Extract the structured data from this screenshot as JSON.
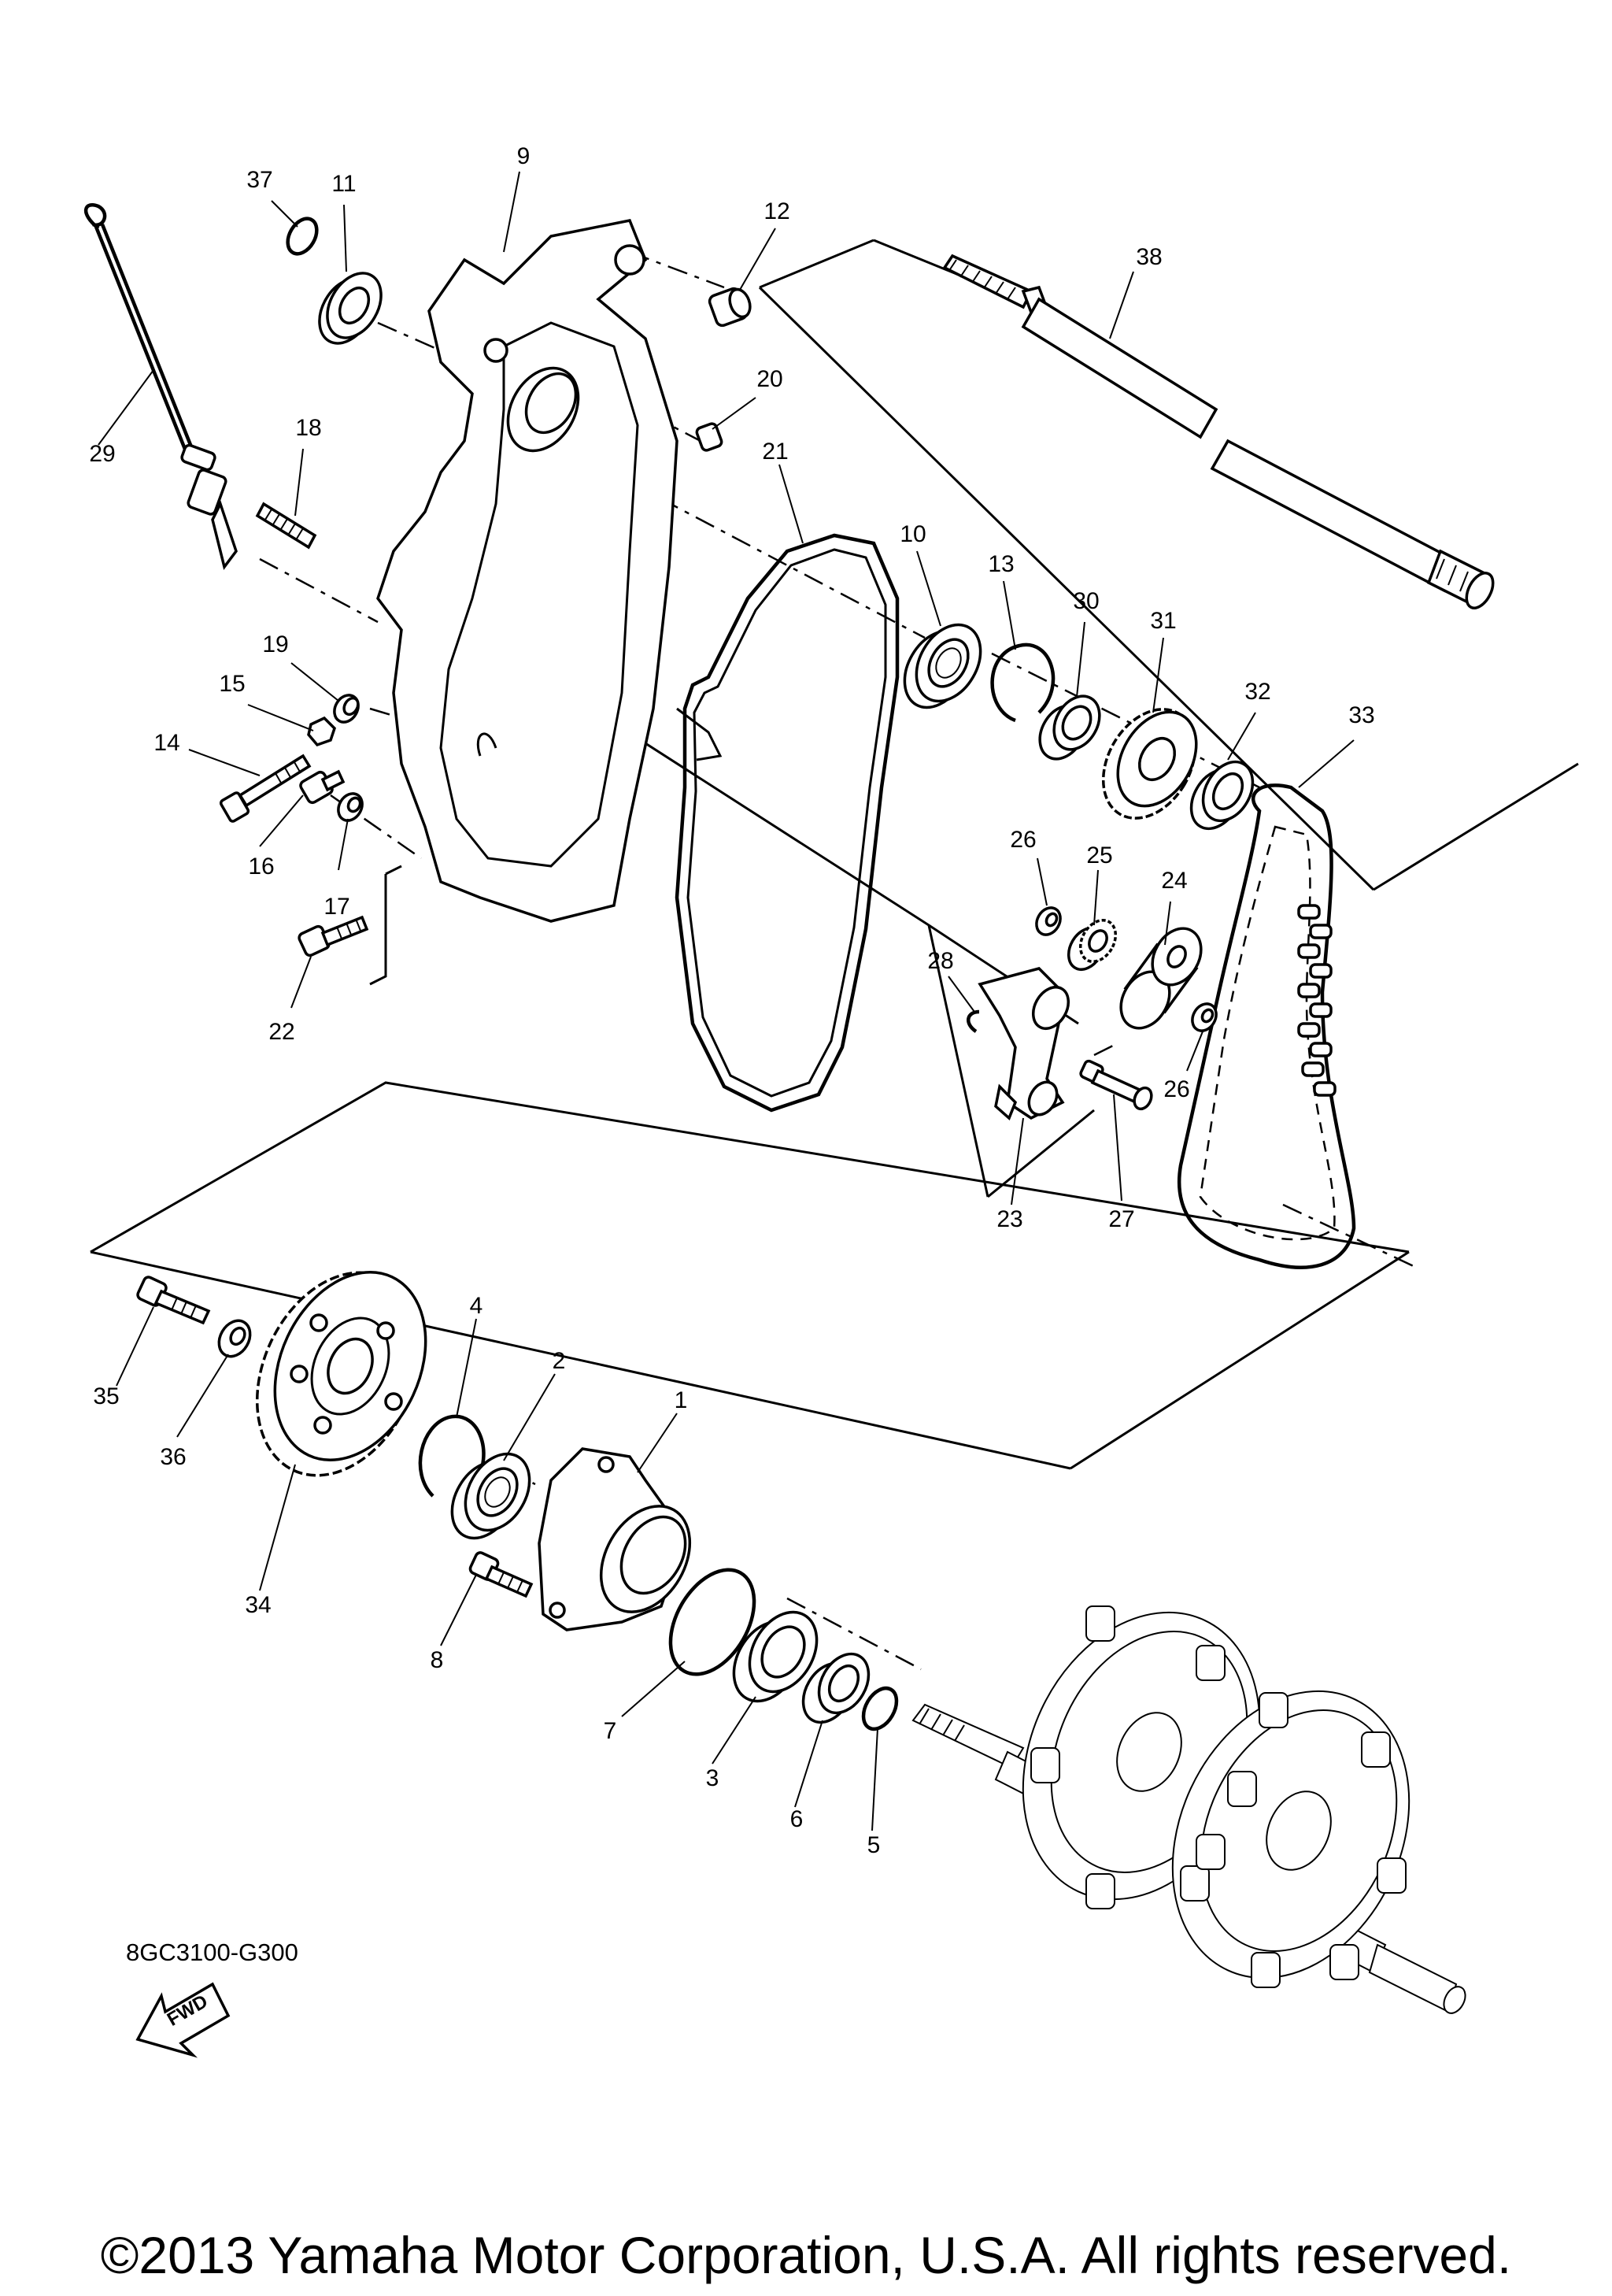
{
  "diagram": {
    "code": "8GC3100-G300",
    "fwd_label": "FWD",
    "copyright": "©2013 Yamaha Motor Corporation, U.S.A. All rights reserved.",
    "callouts": [
      {
        "id": "c1",
        "label": "1"
      },
      {
        "id": "c2",
        "label": "2"
      },
      {
        "id": "c3",
        "label": "3"
      },
      {
        "id": "c4",
        "label": "4"
      },
      {
        "id": "c5",
        "label": "5"
      },
      {
        "id": "c6",
        "label": "6"
      },
      {
        "id": "c7",
        "label": "7"
      },
      {
        "id": "c8",
        "label": "8"
      },
      {
        "id": "c9",
        "label": "9"
      },
      {
        "id": "c10",
        "label": "10"
      },
      {
        "id": "c11",
        "label": "11"
      },
      {
        "id": "c12",
        "label": "12"
      },
      {
        "id": "c13",
        "label": "13"
      },
      {
        "id": "c14",
        "label": "14"
      },
      {
        "id": "c15",
        "label": "15"
      },
      {
        "id": "c16",
        "label": "16"
      },
      {
        "id": "c17",
        "label": "17"
      },
      {
        "id": "c18",
        "label": "18"
      },
      {
        "id": "c19",
        "label": "19"
      },
      {
        "id": "c20",
        "label": "20"
      },
      {
        "id": "c21",
        "label": "21"
      },
      {
        "id": "c22",
        "label": "22"
      },
      {
        "id": "c23",
        "label": "23"
      },
      {
        "id": "c24",
        "label": "24"
      },
      {
        "id": "c25",
        "label": "25"
      },
      {
        "id": "c26a",
        "label": "26"
      },
      {
        "id": "c26b",
        "label": "26"
      },
      {
        "id": "c27",
        "label": "27"
      },
      {
        "id": "c28",
        "label": "28"
      },
      {
        "id": "c29",
        "label": "29"
      },
      {
        "id": "c30",
        "label": "30"
      },
      {
        "id": "c31",
        "label": "31"
      },
      {
        "id": "c32",
        "label": "32"
      },
      {
        "id": "c33",
        "label": "33"
      },
      {
        "id": "c34",
        "label": "34"
      },
      {
        "id": "c35",
        "label": "35"
      },
      {
        "id": "c36",
        "label": "36"
      },
      {
        "id": "c37",
        "label": "37"
      },
      {
        "id": "c38",
        "label": "38"
      }
    ]
  }
}
